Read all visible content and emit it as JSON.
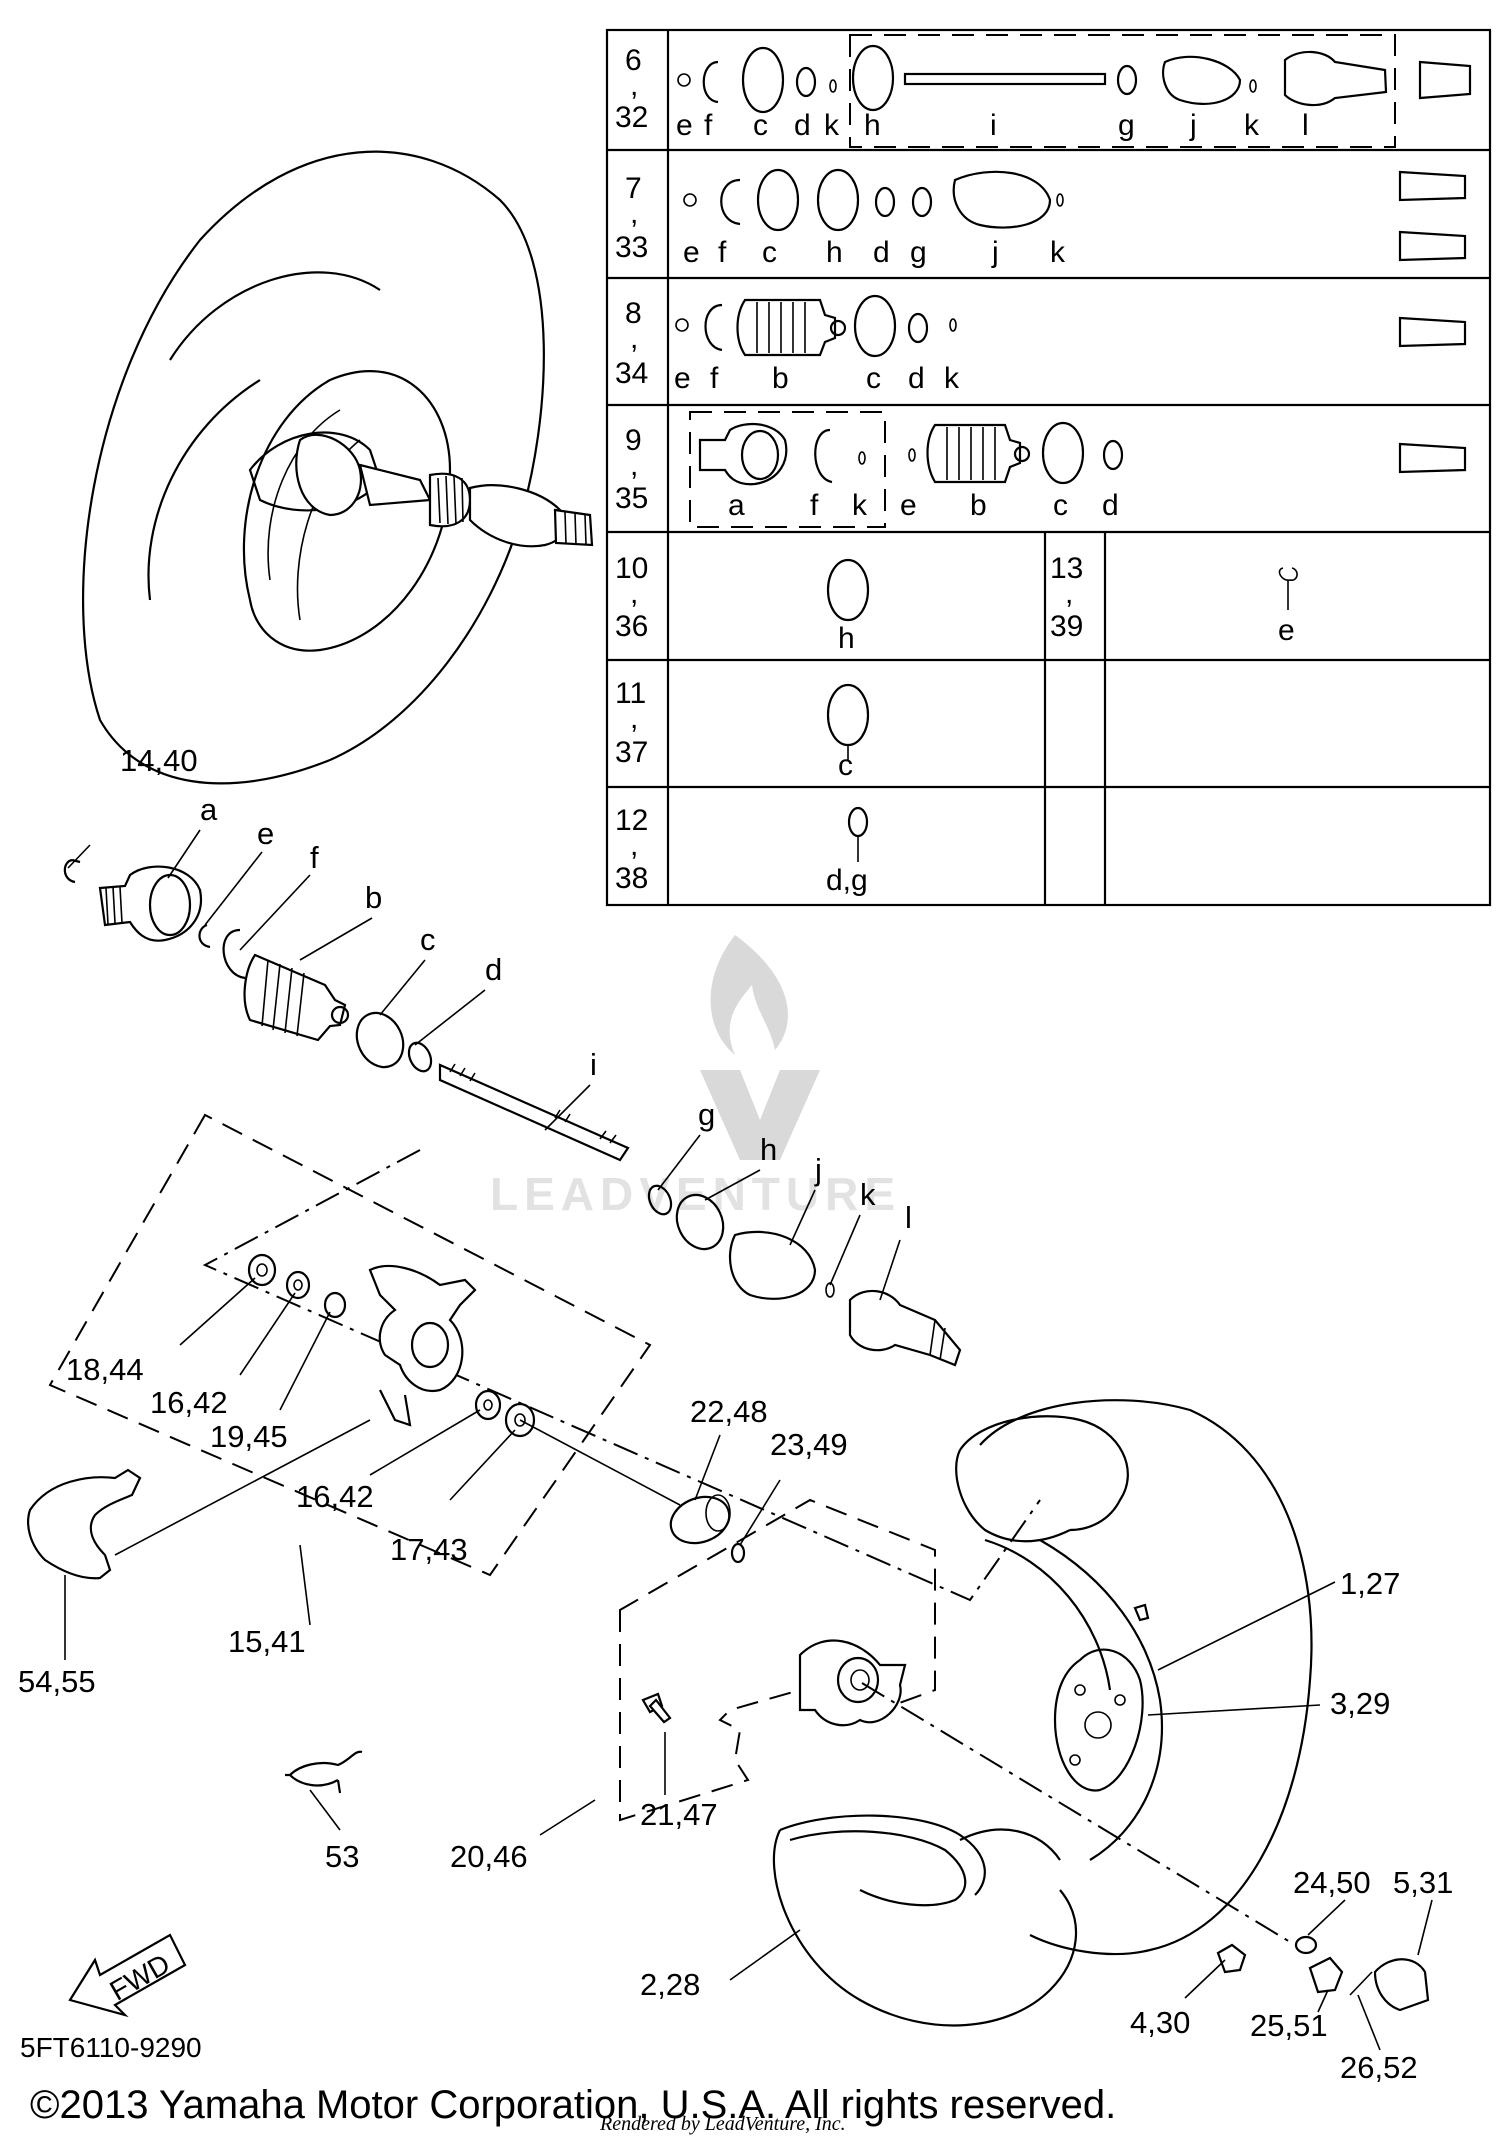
{
  "diagram_code": "5FT6110-9290",
  "copyright": "©2013 Yamaha Motor Corporation, U.S.A. All rights reserved.",
  "rendered_by": "Rendered by LeadVenture, Inc.",
  "watermark": "LEADVENTURE",
  "fwd_label": "FWD",
  "callouts": {
    "c14_40": "14,40",
    "a": "a",
    "e": "e",
    "f": "f",
    "b": "b",
    "c": "c",
    "d": "d",
    "i": "i",
    "g": "g",
    "h": "h",
    "j": "j",
    "k": "k",
    "l": "l",
    "c18_44": "18,44",
    "c16_42a": "16,42",
    "c19_45": "19,45",
    "c16_42b": "16,42",
    "c17_43": "17,43",
    "c22_48": "22,48",
    "c23_49": "23,49",
    "c1_27": "1,27",
    "c3_29": "3,29",
    "c54_55": "54,55",
    "c15_41": "15,41",
    "c21_47": "21,47",
    "c53": "53",
    "c20_46": "20,46",
    "c24_50": "24,50",
    "c5_31": "5,31",
    "c2_28": "2,28",
    "c4_30": "4,30",
    "c25_51": "25,51",
    "c26_52": "26,52"
  },
  "kit_table": {
    "rows": [
      {
        "num_top": "6",
        "num_bot": "32",
        "letters": [
          "e",
          "f",
          "c",
          "d",
          "k",
          "h",
          "i",
          "g",
          "j",
          "k",
          "l"
        ]
      },
      {
        "num_top": "7",
        "num_bot": "33",
        "letters": [
          "e",
          "f",
          "c",
          "h",
          "d",
          "g",
          "j",
          "k"
        ]
      },
      {
        "num_top": "8",
        "num_bot": "34",
        "letters": [
          "e",
          "f",
          "b",
          "c",
          "d",
          "k"
        ]
      },
      {
        "num_top": "9",
        "num_bot": "35",
        "letters": [
          "a",
          "f",
          "k",
          "e",
          "b",
          "c",
          "d"
        ]
      },
      {
        "num_top": "10",
        "num_bot": "36",
        "letters": [
          "h"
        ],
        "num2_top": "13",
        "num2_bot": "39",
        "letters2": [
          "e"
        ]
      },
      {
        "num_top": "11",
        "num_bot": "37",
        "letters": [
          "c"
        ]
      },
      {
        "num_top": "12",
        "num_bot": "38",
        "letters": [
          "d,g"
        ]
      }
    ],
    "comma": ","
  }
}
